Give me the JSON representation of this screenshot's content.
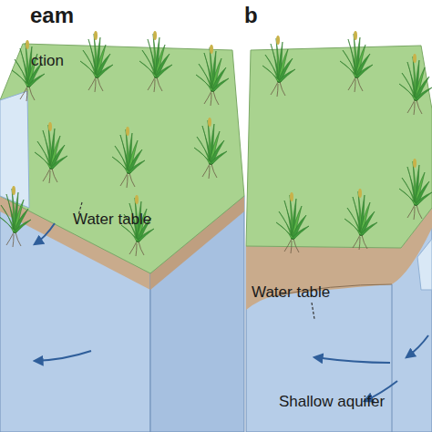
{
  "diagram": {
    "labels": [
      "eam",
      "ction",
      "b",
      "Water table",
      "Water table",
      "Shallow aquifer"
    ]
  }
}
